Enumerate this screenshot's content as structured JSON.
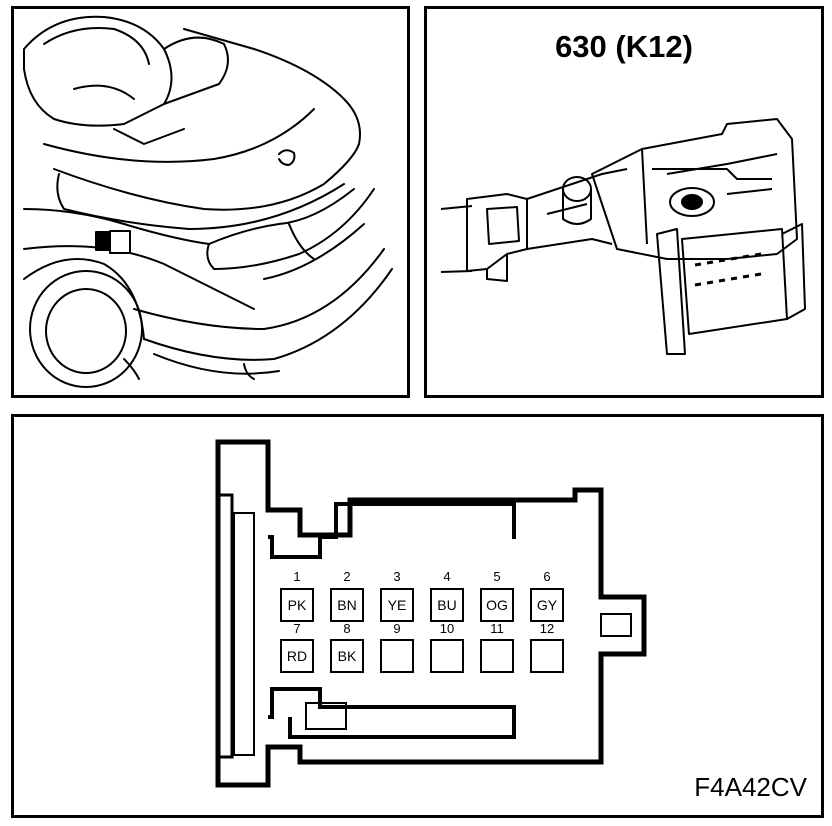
{
  "top_right": {
    "title": "630 (K12)"
  },
  "footer": {
    "code": "F4A42CV"
  },
  "pins": [
    {
      "num": "1",
      "color": "PK"
    },
    {
      "num": "2",
      "color": "BN"
    },
    {
      "num": "3",
      "color": "YE"
    },
    {
      "num": "4",
      "color": "BU"
    },
    {
      "num": "5",
      "color": "OG"
    },
    {
      "num": "6",
      "color": "GY"
    },
    {
      "num": "7",
      "color": "RD"
    },
    {
      "num": "8",
      "color": "BK"
    },
    {
      "num": "9",
      "color": ""
    },
    {
      "num": "10",
      "color": ""
    },
    {
      "num": "11",
      "color": ""
    },
    {
      "num": "12",
      "color": ""
    }
  ]
}
